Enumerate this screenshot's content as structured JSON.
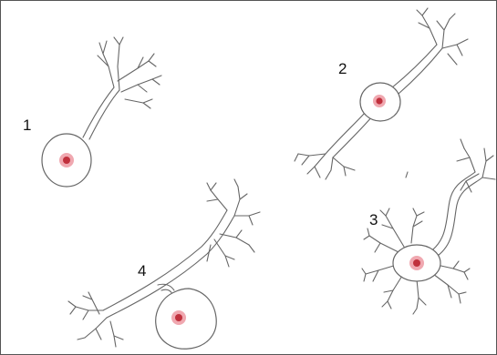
{
  "figure": {
    "labels": [
      "1",
      "2",
      "3",
      "4"
    ],
    "nucleus_color": "#c0303c",
    "nucleus_halo_color": "#f0a8b0",
    "outline_color": "#666666",
    "neuron_types_shown": [
      "unipolar",
      "bipolar",
      "multipolar",
      "pseudounipolar"
    ]
  }
}
